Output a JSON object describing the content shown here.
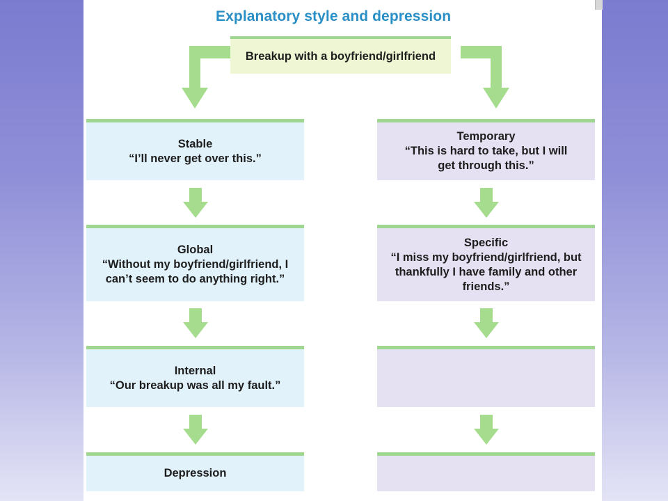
{
  "diagram": {
    "title": "Explanatory style and depression",
    "root": {
      "label": "Breakup with a boyfriend/girlfriend"
    },
    "left_column": [
      {
        "heading": "Stable",
        "quote": "“I’ll never get over this.”"
      },
      {
        "heading": "Global",
        "quote": "“Without my boyfriend/girlfriend, I can’t seem to do anything right.”"
      },
      {
        "heading": "Internal",
        "quote": "“Our breakup was all my fault.”"
      },
      {
        "heading": "Depression",
        "quote": ""
      }
    ],
    "right_column": [
      {
        "heading": "Temporary",
        "quote": "“This is hard to take, but I will get through this.”"
      },
      {
        "heading": "Specific",
        "quote": "“I miss my boyfriend/girlfriend, but thankfully I have family and other friends.”"
      },
      {
        "heading": "",
        "quote": ""
      },
      {
        "heading": "",
        "quote": ""
      }
    ],
    "colors": {
      "accent_green": "#9fd690",
      "title_blue": "#2a8fc6",
      "left_box_fill": "#e1f2fb",
      "right_box_fill": "#e5e1f3",
      "root_box_fill": "#eef6d3"
    }
  }
}
